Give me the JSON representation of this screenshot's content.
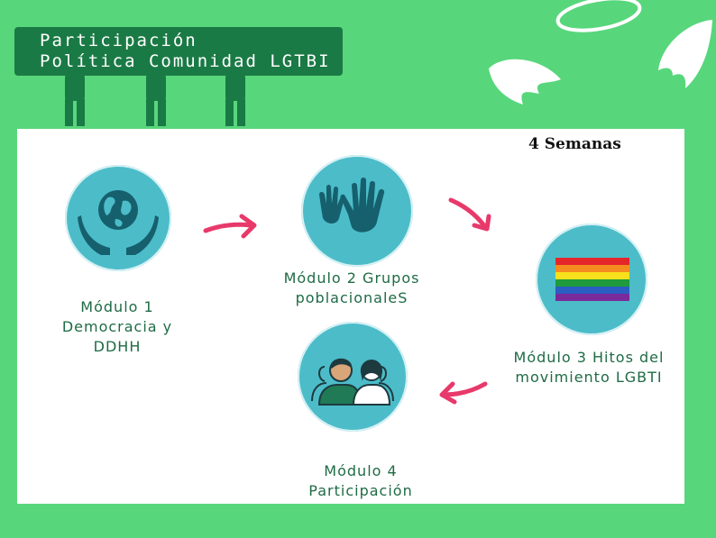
{
  "header": {
    "title_line1": "Participación",
    "title_line2": "Política Comunidad LGTBI"
  },
  "duration": "4 Semanas",
  "modules": [
    {
      "line1": "Módulo 1",
      "line2": "Democracia y",
      "line3": "DDHH",
      "icon": "globe-hands-icon"
    },
    {
      "line1": "Módulo 2 Grupos",
      "line2": "poblacionaleS",
      "icon": "raised-hands-icon"
    },
    {
      "line1": "Módulo 3 Hitos del",
      "line2": "movimiento LGBTI",
      "icon": "rainbow-flag-icon"
    },
    {
      "line1": "Módulo 4",
      "line2": "Participación",
      "icon": "people-group-icon"
    }
  ],
  "colors": {
    "background": "#58d67c",
    "header": "#1a7a45",
    "circle": "#4cbcc9",
    "icon": "#16606e",
    "arrow": "#e8396b",
    "label": "#1f6b45"
  }
}
